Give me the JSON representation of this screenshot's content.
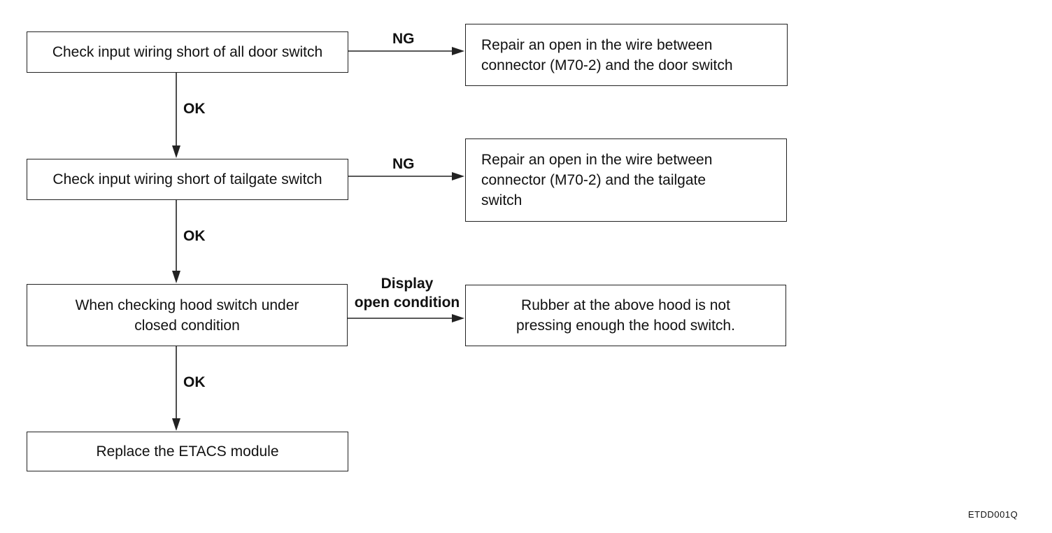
{
  "flowchart": {
    "steps": [
      {
        "text": "Check input wiring short of all door switch"
      },
      {
        "text": "Check input wiring short of tailgate switch"
      },
      {
        "text": "When checking hood switch under\nclosed condition"
      },
      {
        "text": "Replace the ETACS module"
      }
    ],
    "results": [
      {
        "text": "Repair an open in the wire between\nconnector (M70-2) and the door switch"
      },
      {
        "text": "Repair an open in the wire between\nconnector (M70-2) and the tailgate\nswitch"
      },
      {
        "text": "Rubber at the above hood is not\npressing enough the hood switch."
      }
    ],
    "branch_labels": {
      "ng_1": "NG",
      "ng_2": "NG",
      "display_open": "Display\nopen condition",
      "ok_1": "OK",
      "ok_2": "OK",
      "ok_3": "OK"
    },
    "figure_code": "ETDD001Q"
  }
}
